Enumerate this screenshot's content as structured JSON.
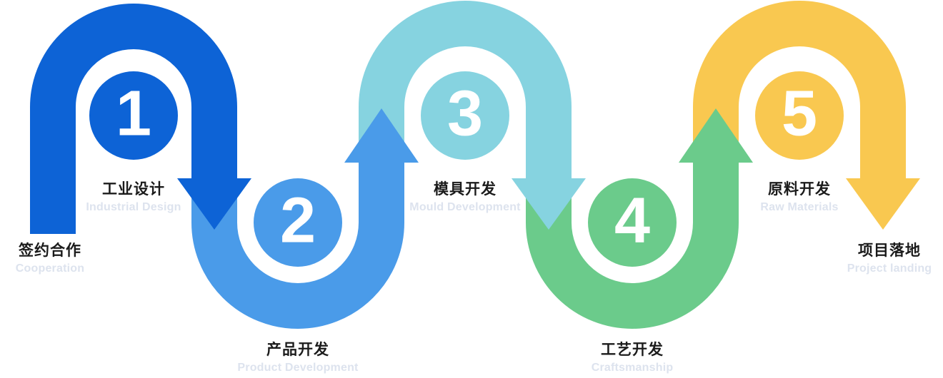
{
  "diagram": {
    "background_color": "#ffffff",
    "zh_text_color": "#1b1b1b",
    "en_text_color": "#dde3ee",
    "start": {
      "label_zh": "签约合作",
      "label_en": "Cooperation"
    },
    "end": {
      "label_zh": "项目落地",
      "label_en": "Project landing"
    },
    "steps": [
      {
        "number": "1",
        "label_zh": "工业设计",
        "label_en": "Industrial Design",
        "color": "#0D63D6"
      },
      {
        "number": "2",
        "label_zh": "产品开发",
        "label_en": "Product Development",
        "color": "#4A9BE9"
      },
      {
        "number": "3",
        "label_zh": "模具开发",
        "label_en": "Mould Development",
        "color": "#86D3E0"
      },
      {
        "number": "4",
        "label_zh": "工艺开发",
        "label_en": "Craftsmanship",
        "color": "#6BCB8B"
      },
      {
        "number": "5",
        "label_zh": "原料开发",
        "label_en": "Raw Materials",
        "color": "#F9C850"
      }
    ]
  }
}
